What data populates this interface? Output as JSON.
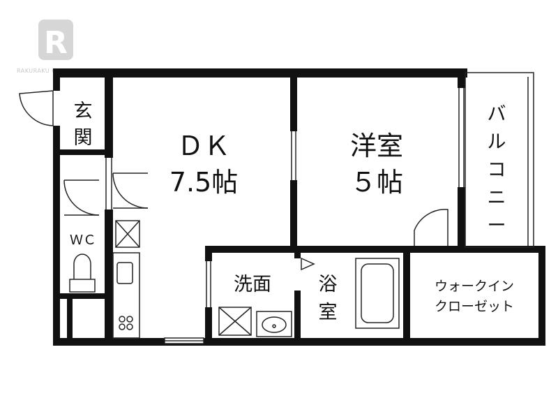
{
  "watermark": {
    "logo_letter": "R",
    "text": "RAKURAKU CHINTAI"
  },
  "rooms": {
    "entrance": {
      "line1": "玄",
      "line2": "関"
    },
    "dk": {
      "name": "ＤＫ",
      "size": "7.5帖"
    },
    "western": {
      "name": "洋室",
      "size": "５帖"
    },
    "balcony": {
      "chars": [
        "バ",
        "ル",
        "コ",
        "ニ",
        "ー"
      ]
    },
    "wc": {
      "name": "ＷＣ"
    },
    "washroom": {
      "name": "洗面"
    },
    "bath": {
      "line1": "浴",
      "line2": "室"
    },
    "closet": {
      "line1": "ウォークイン",
      "line2": "クローゼット"
    }
  },
  "colors": {
    "wall": "#111111",
    "line": "#222222",
    "watermark": "#cccccc"
  }
}
